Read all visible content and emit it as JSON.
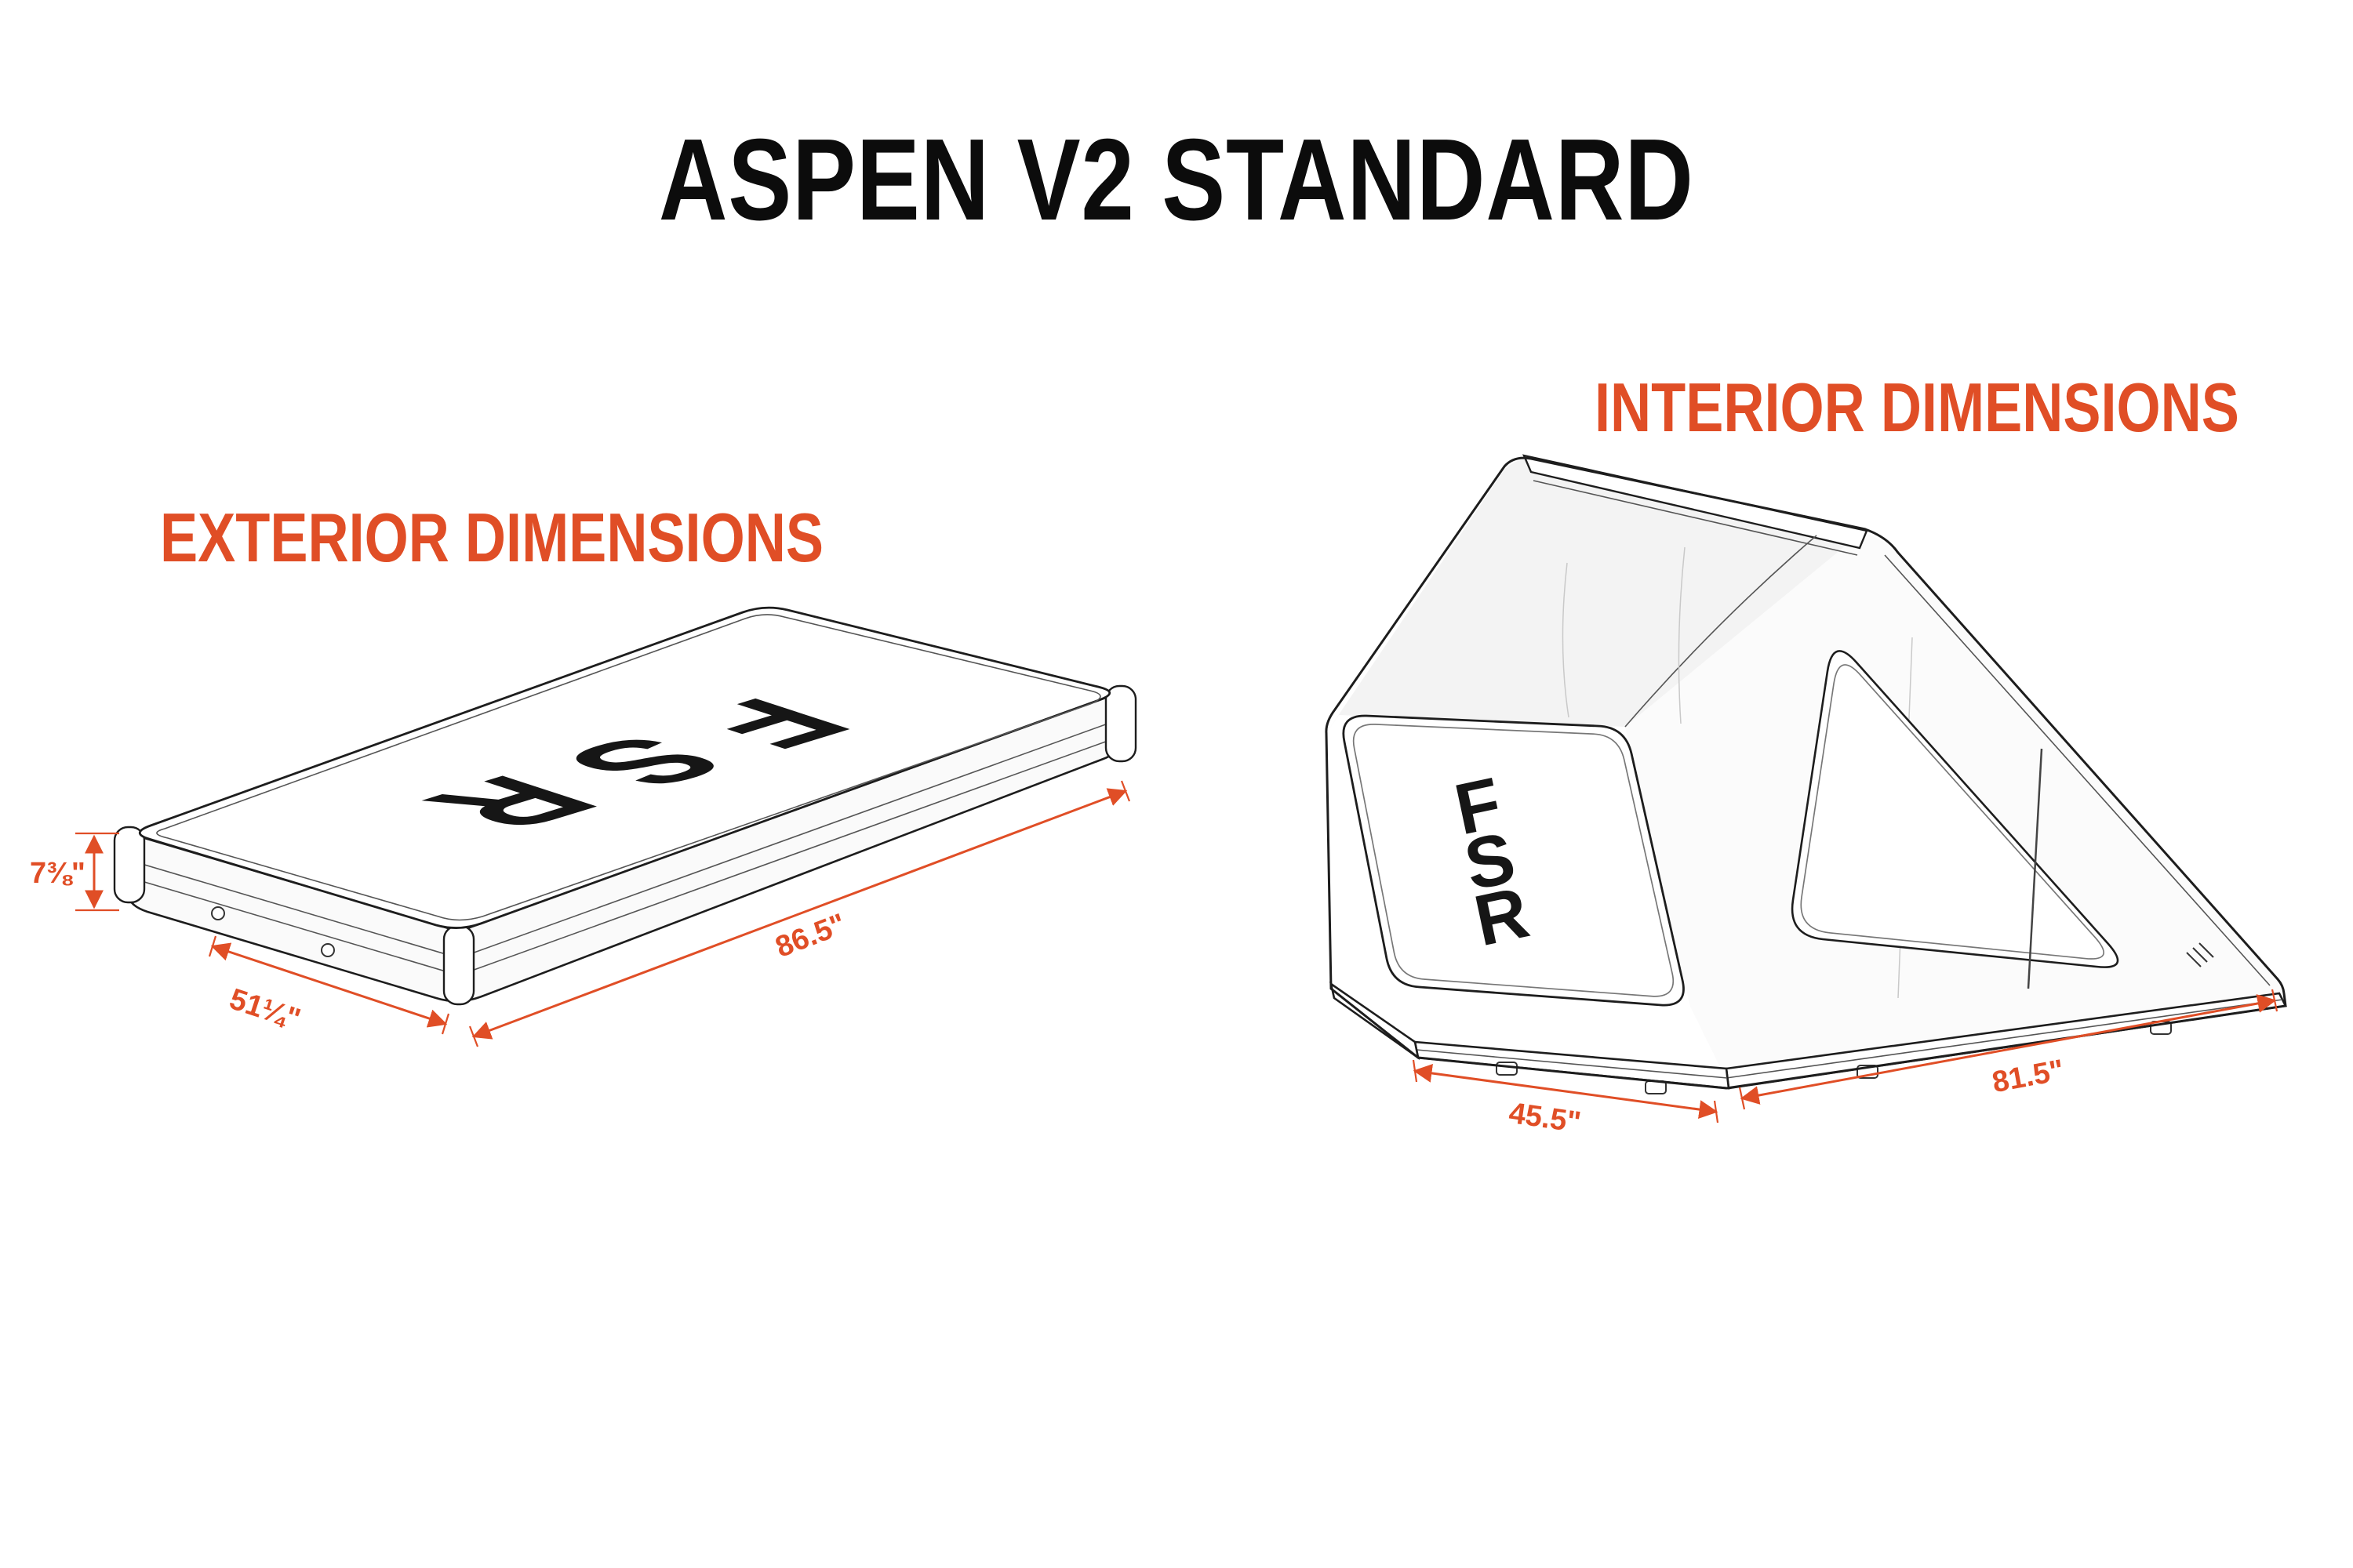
{
  "page": {
    "title": "ASPEN V2 STANDARD"
  },
  "exterior": {
    "header": "EXTERIOR DIMENSIONS",
    "logo": "FSR",
    "height": "7⅜\"",
    "width": "51¼\"",
    "length": "86.5\""
  },
  "interior": {
    "header": "INTERIOR DIMENSIONS",
    "logo_stacked": [
      "F",
      "S",
      "R"
    ],
    "width": "45.5\"",
    "length": "81.5\""
  },
  "colors": {
    "accent": "#E04E26",
    "ink": "#1d1d1d"
  }
}
